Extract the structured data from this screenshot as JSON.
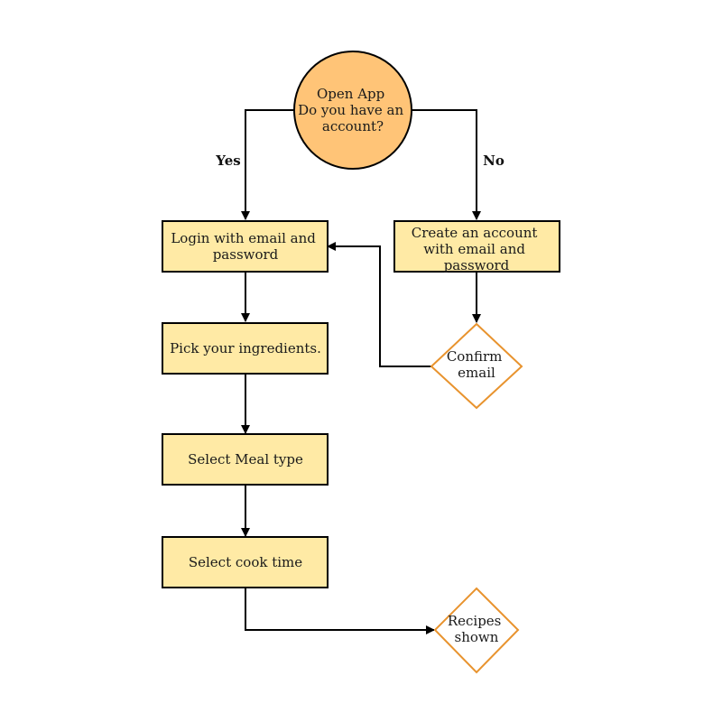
{
  "colors": {
    "start_fill": "#FFC477",
    "process_fill": "#FFEAA5",
    "decision_fill": "#FFFFFF",
    "decision_stroke": "#E8932E",
    "line": "#000000"
  },
  "nodes": {
    "start": {
      "shape": "circle",
      "lines": [
        "Open App",
        "Do you have an",
        "account?"
      ]
    },
    "login": {
      "shape": "rect",
      "lines": [
        "Login with email and",
        "password"
      ]
    },
    "create_account": {
      "shape": "rect",
      "lines": [
        "Create an account",
        "with email and",
        "password"
      ]
    },
    "confirm_email": {
      "shape": "diamond",
      "lines": [
        "Confirm",
        "email"
      ]
    },
    "pick_ingredients": {
      "shape": "rect",
      "lines": [
        "Pick your ingredients."
      ]
    },
    "select_meal": {
      "shape": "rect",
      "lines": [
        "Select Meal type"
      ]
    },
    "select_cook_time": {
      "shape": "rect",
      "lines": [
        "Select cook time"
      ]
    },
    "recipes_shown": {
      "shape": "diamond",
      "lines": [
        "Recipes",
        "shown"
      ]
    }
  },
  "edges": {
    "yes_label": "Yes",
    "no_label": "No"
  }
}
